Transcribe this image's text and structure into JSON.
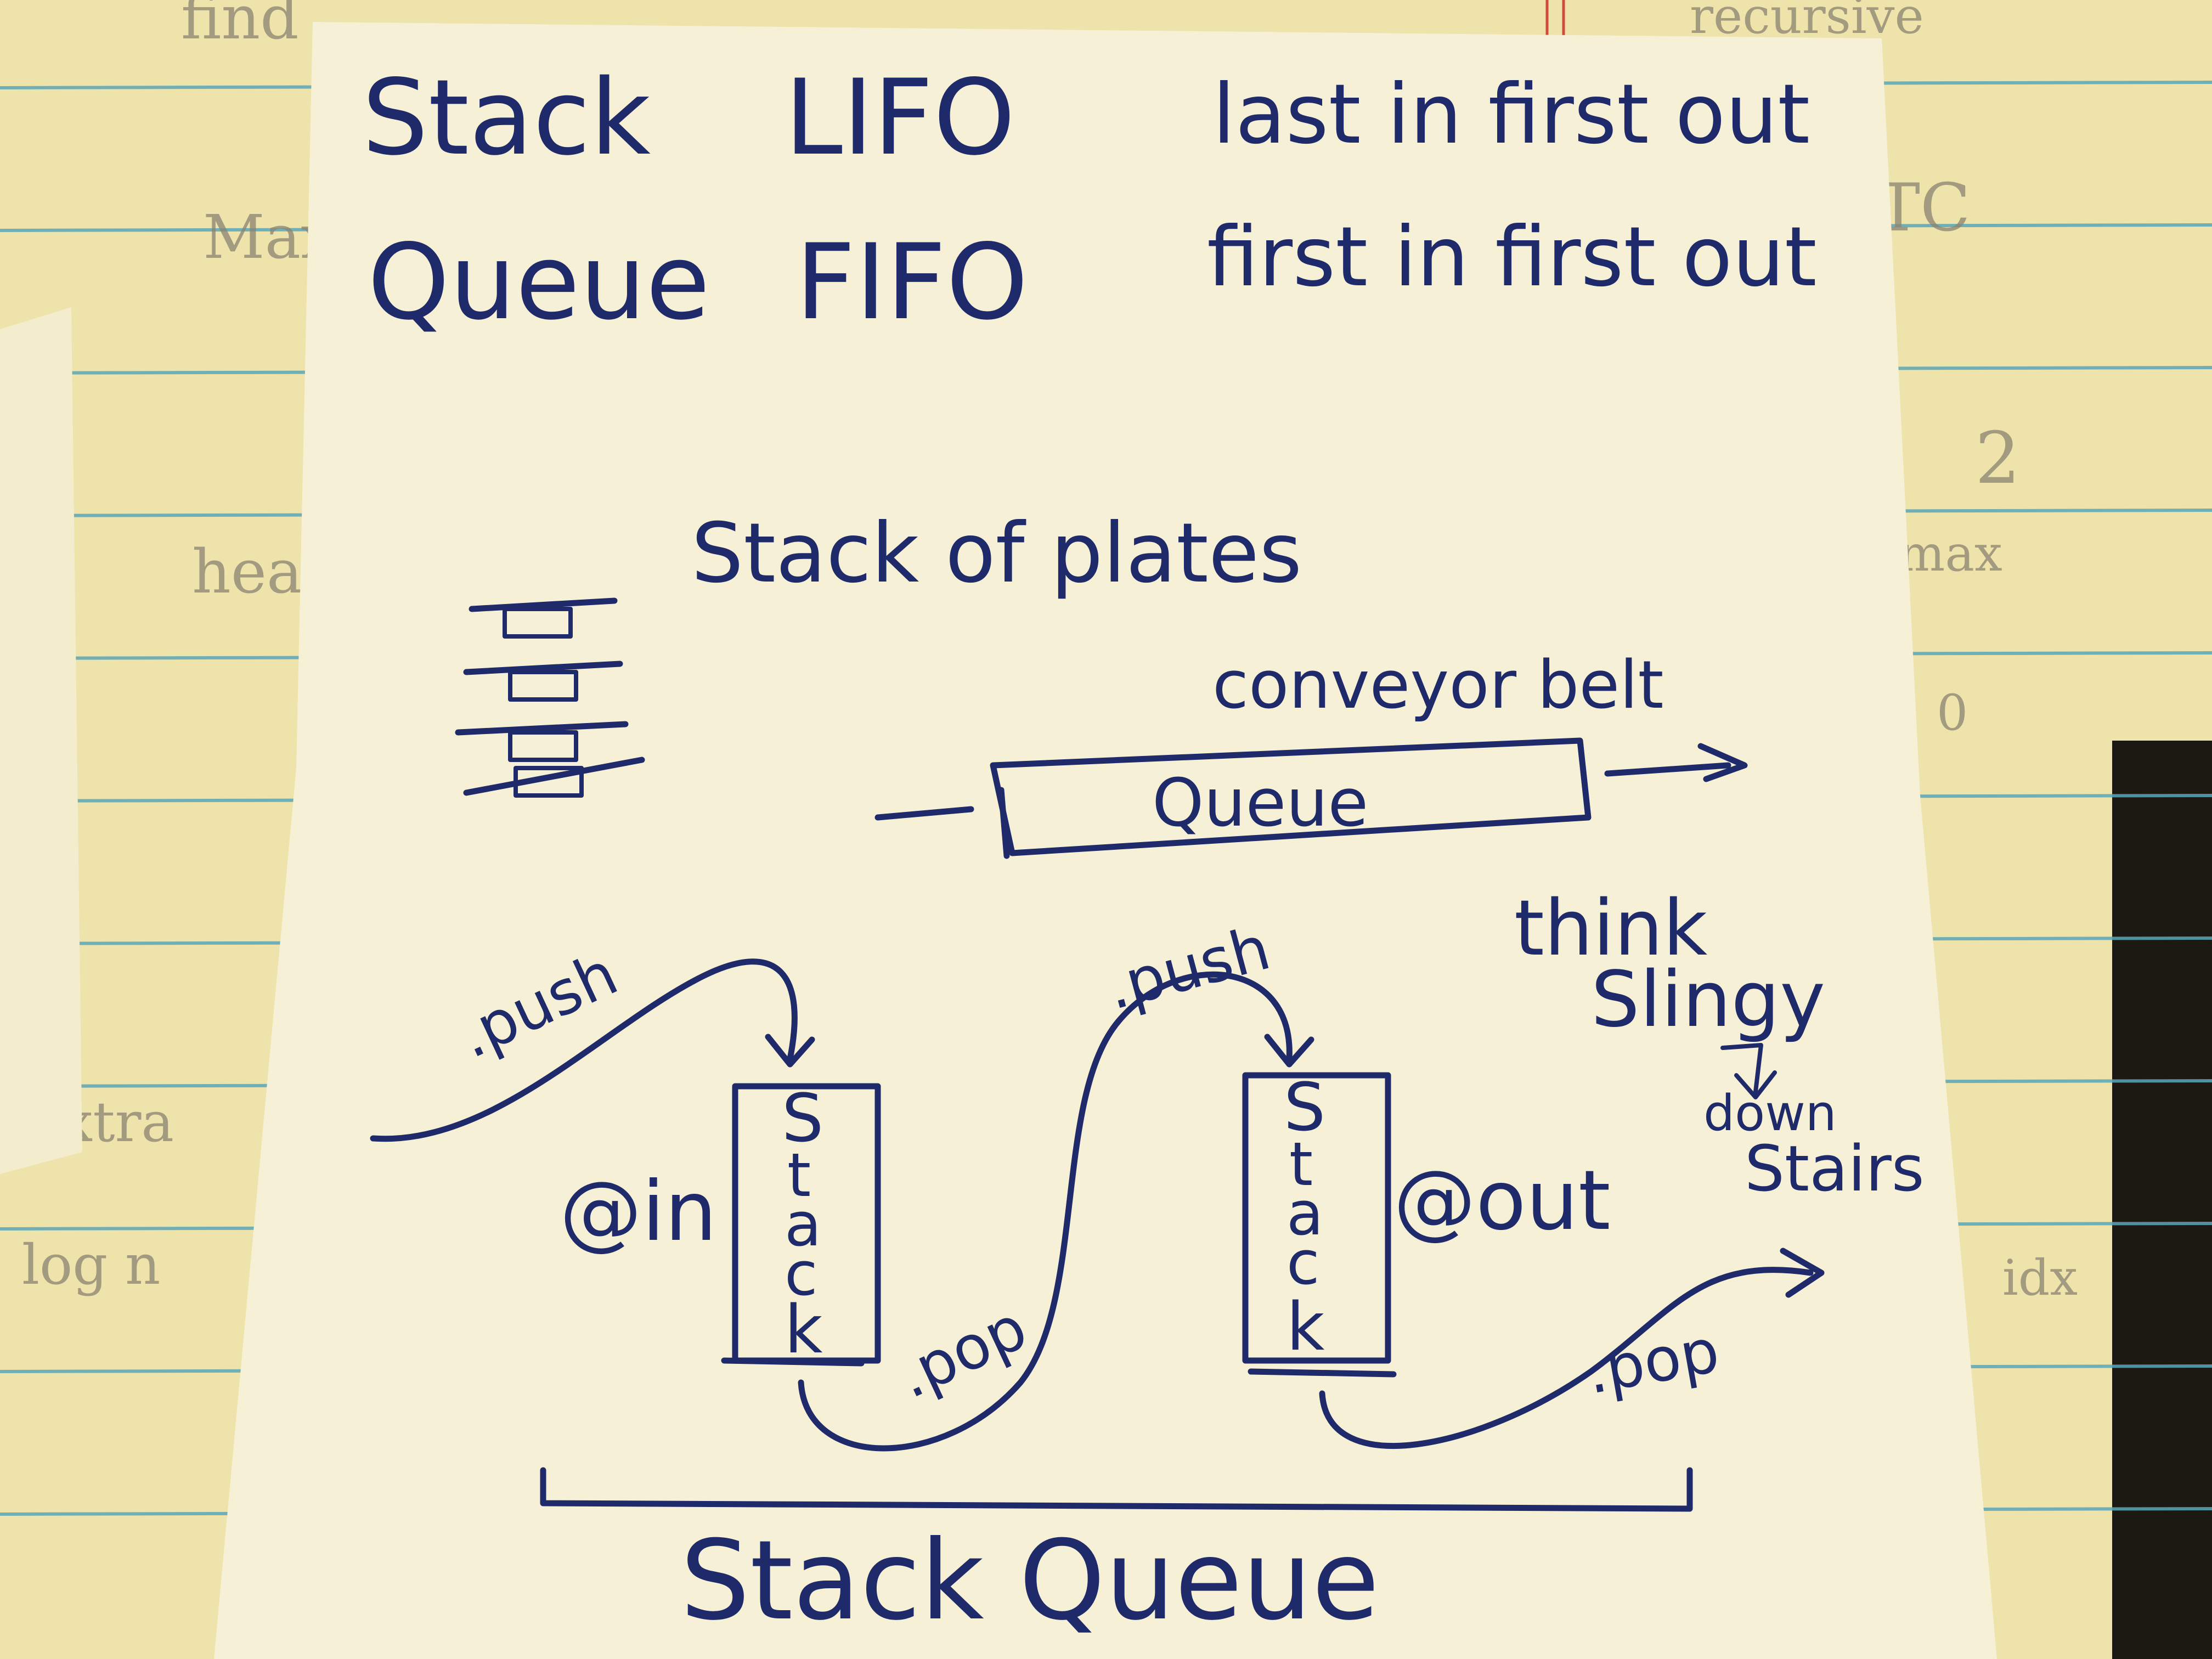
{
  "note": {
    "row1": {
      "term": "Stack",
      "acronym": "LIFO",
      "meaning": "last in first out"
    },
    "row2": {
      "term": "Queue",
      "acronym": "FIFO",
      "meaning": "first in first out"
    },
    "plates_label": "Stack of plates",
    "conveyor_label": "conveyor belt",
    "conveyor_queue_label": "Queue",
    "push_label_1": ".push",
    "push_label_2": ".push",
    "pop_label_1": ".pop",
    "pop_label_2": ".pop",
    "in_label": "@in",
    "out_label": "@out",
    "stack_box_label": "Stack",
    "stack_box_letters": [
      "S",
      "t",
      "a",
      "c",
      "k"
    ],
    "slinky_label_1": "think",
    "slinky_label_2": "Slingy",
    "down_label": "down",
    "stairs_label": "Stairs",
    "bottom_label": "Stack Queue"
  },
  "background_scraps": {
    "left_1": "find",
    "left_2": "Max",
    "left_3": "heap",
    "left_4": "Extra",
    "left_5": "log n",
    "right_1": "recursive",
    "right_2": "TC",
    "right_3": "2",
    "right_4": "max",
    "right_5": "0",
    "right_6": "idx"
  },
  "colors": {
    "ink": "#1f2a6b",
    "sticky_note": "#f6f1d6",
    "legal_pad": "#f1e6b0",
    "rule_lines": "#5aa6b8"
  }
}
